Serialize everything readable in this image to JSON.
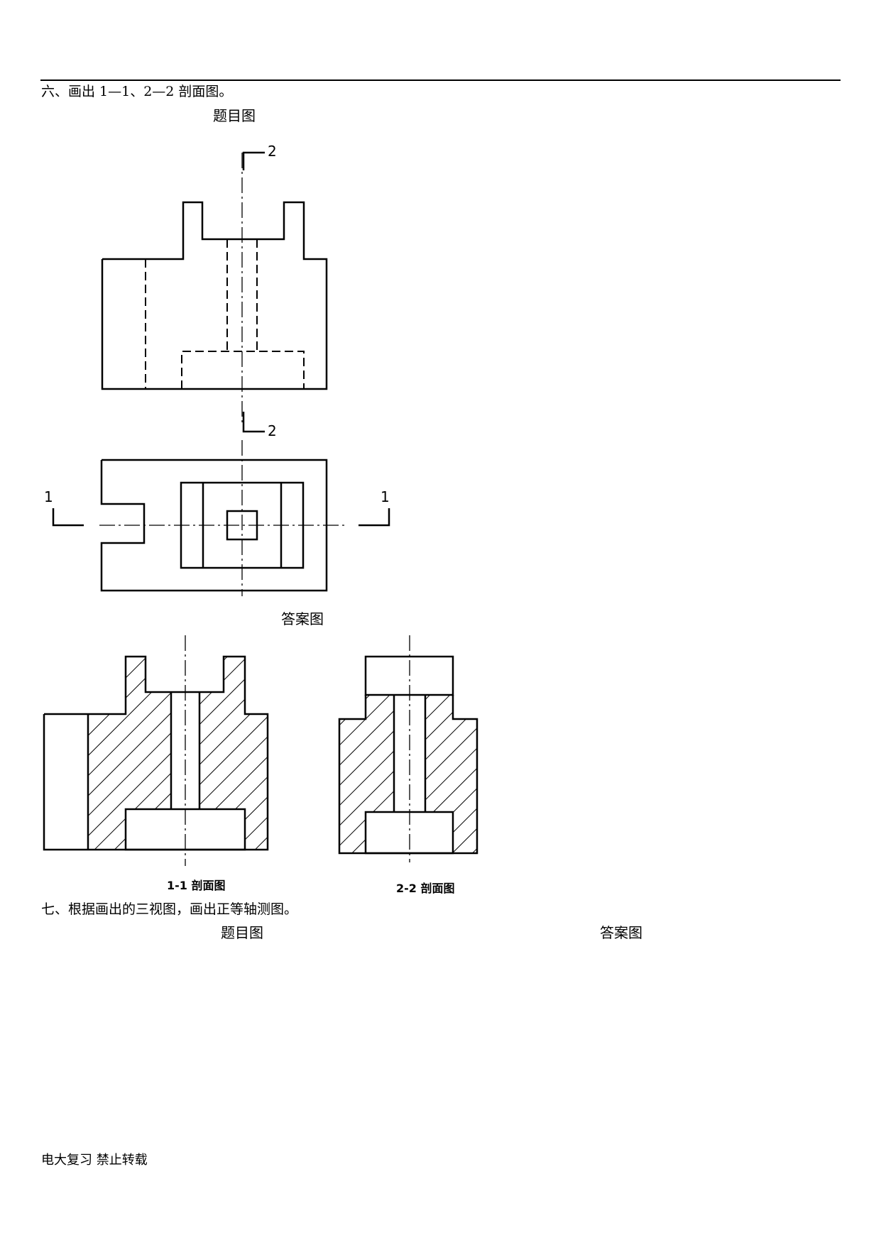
{
  "q6": {
    "heading": "六、画出 1—1、2—2 剖面图。",
    "question_caption": "题目图",
    "answer_caption": "答案图",
    "labels": {
      "cut2_top": "2",
      "cut2_bottom": "2",
      "cut1_left": "1",
      "cut1_right": "1"
    },
    "section_1_label": "1-1  剖面图",
    "section_2_label": "2-2  剖面图"
  },
  "q7": {
    "heading": "七、根据画出的三视图，画出正等轴测图。",
    "question_caption": "题目图",
    "answer_caption": "答案图"
  },
  "footer": "电大复习  禁止转载"
}
